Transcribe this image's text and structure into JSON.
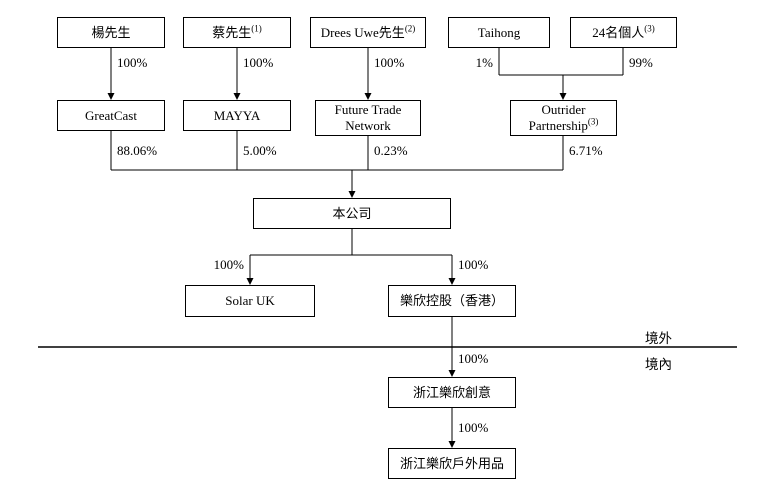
{
  "diagram": {
    "shareholders": [
      {
        "label": "楊先生",
        "pct": "100%"
      },
      {
        "label": "蔡先生",
        "sup": "(1)",
        "pct": "100%"
      },
      {
        "label": "Drees Uwe先生",
        "sup": "(2)",
        "pct": "100%"
      },
      {
        "label": "Taihong",
        "pct": "1%"
      },
      {
        "label": "24名個人",
        "sup": "(3)",
        "pct": "99%"
      }
    ],
    "intermediate_holdcos": [
      {
        "label": "GreatCast",
        "pct": "88.06%"
      },
      {
        "label": "MAYYA",
        "pct": "5.00%"
      },
      {
        "label": "Future Trade Network",
        "pct": "0.23%"
      },
      {
        "label": "Outrider Partnership",
        "sup": "(3)",
        "pct": "6.71%"
      }
    ],
    "company": {
      "label": "本公司"
    },
    "subsidiaries": [
      {
        "label": "Solar UK",
        "pct": "100%"
      },
      {
        "label": "樂欣控股（香港）",
        "pct": "100%"
      }
    ],
    "prc_entities": [
      {
        "label": "浙江樂欣創意",
        "pct": "100%"
      },
      {
        "label": "浙江樂欣戶外用品",
        "pct": "100%"
      }
    ],
    "regions": {
      "offshore": "境外",
      "onshore": "境內"
    }
  }
}
